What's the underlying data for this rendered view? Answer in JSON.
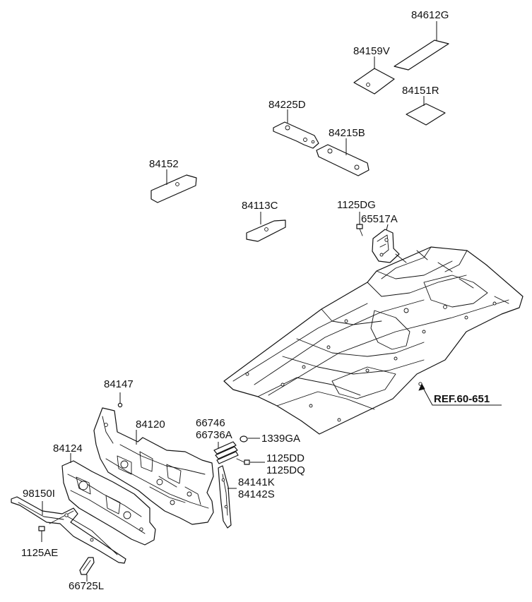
{
  "labels": {
    "84612G": "84612G",
    "84159V": "84159V",
    "84151R": "84151R",
    "84225D": "84225D",
    "84215B": "84215B",
    "84152": "84152",
    "84113C": "84113C",
    "1125DG": "1125DG",
    "65517A": "65517A",
    "84147": "84147",
    "84120": "84120",
    "66746": "66746",
    "66736A": "66736A",
    "1339GA": "1339GA",
    "1125DD": "1125DD",
    "1125DQ": "1125DQ",
    "84124": "84124",
    "84141K": "84141K",
    "84142S": "84142S",
    "98150I": "98150I",
    "1125AE": "1125AE",
    "66725L": "66725L",
    "ref": "REF.60-651"
  }
}
